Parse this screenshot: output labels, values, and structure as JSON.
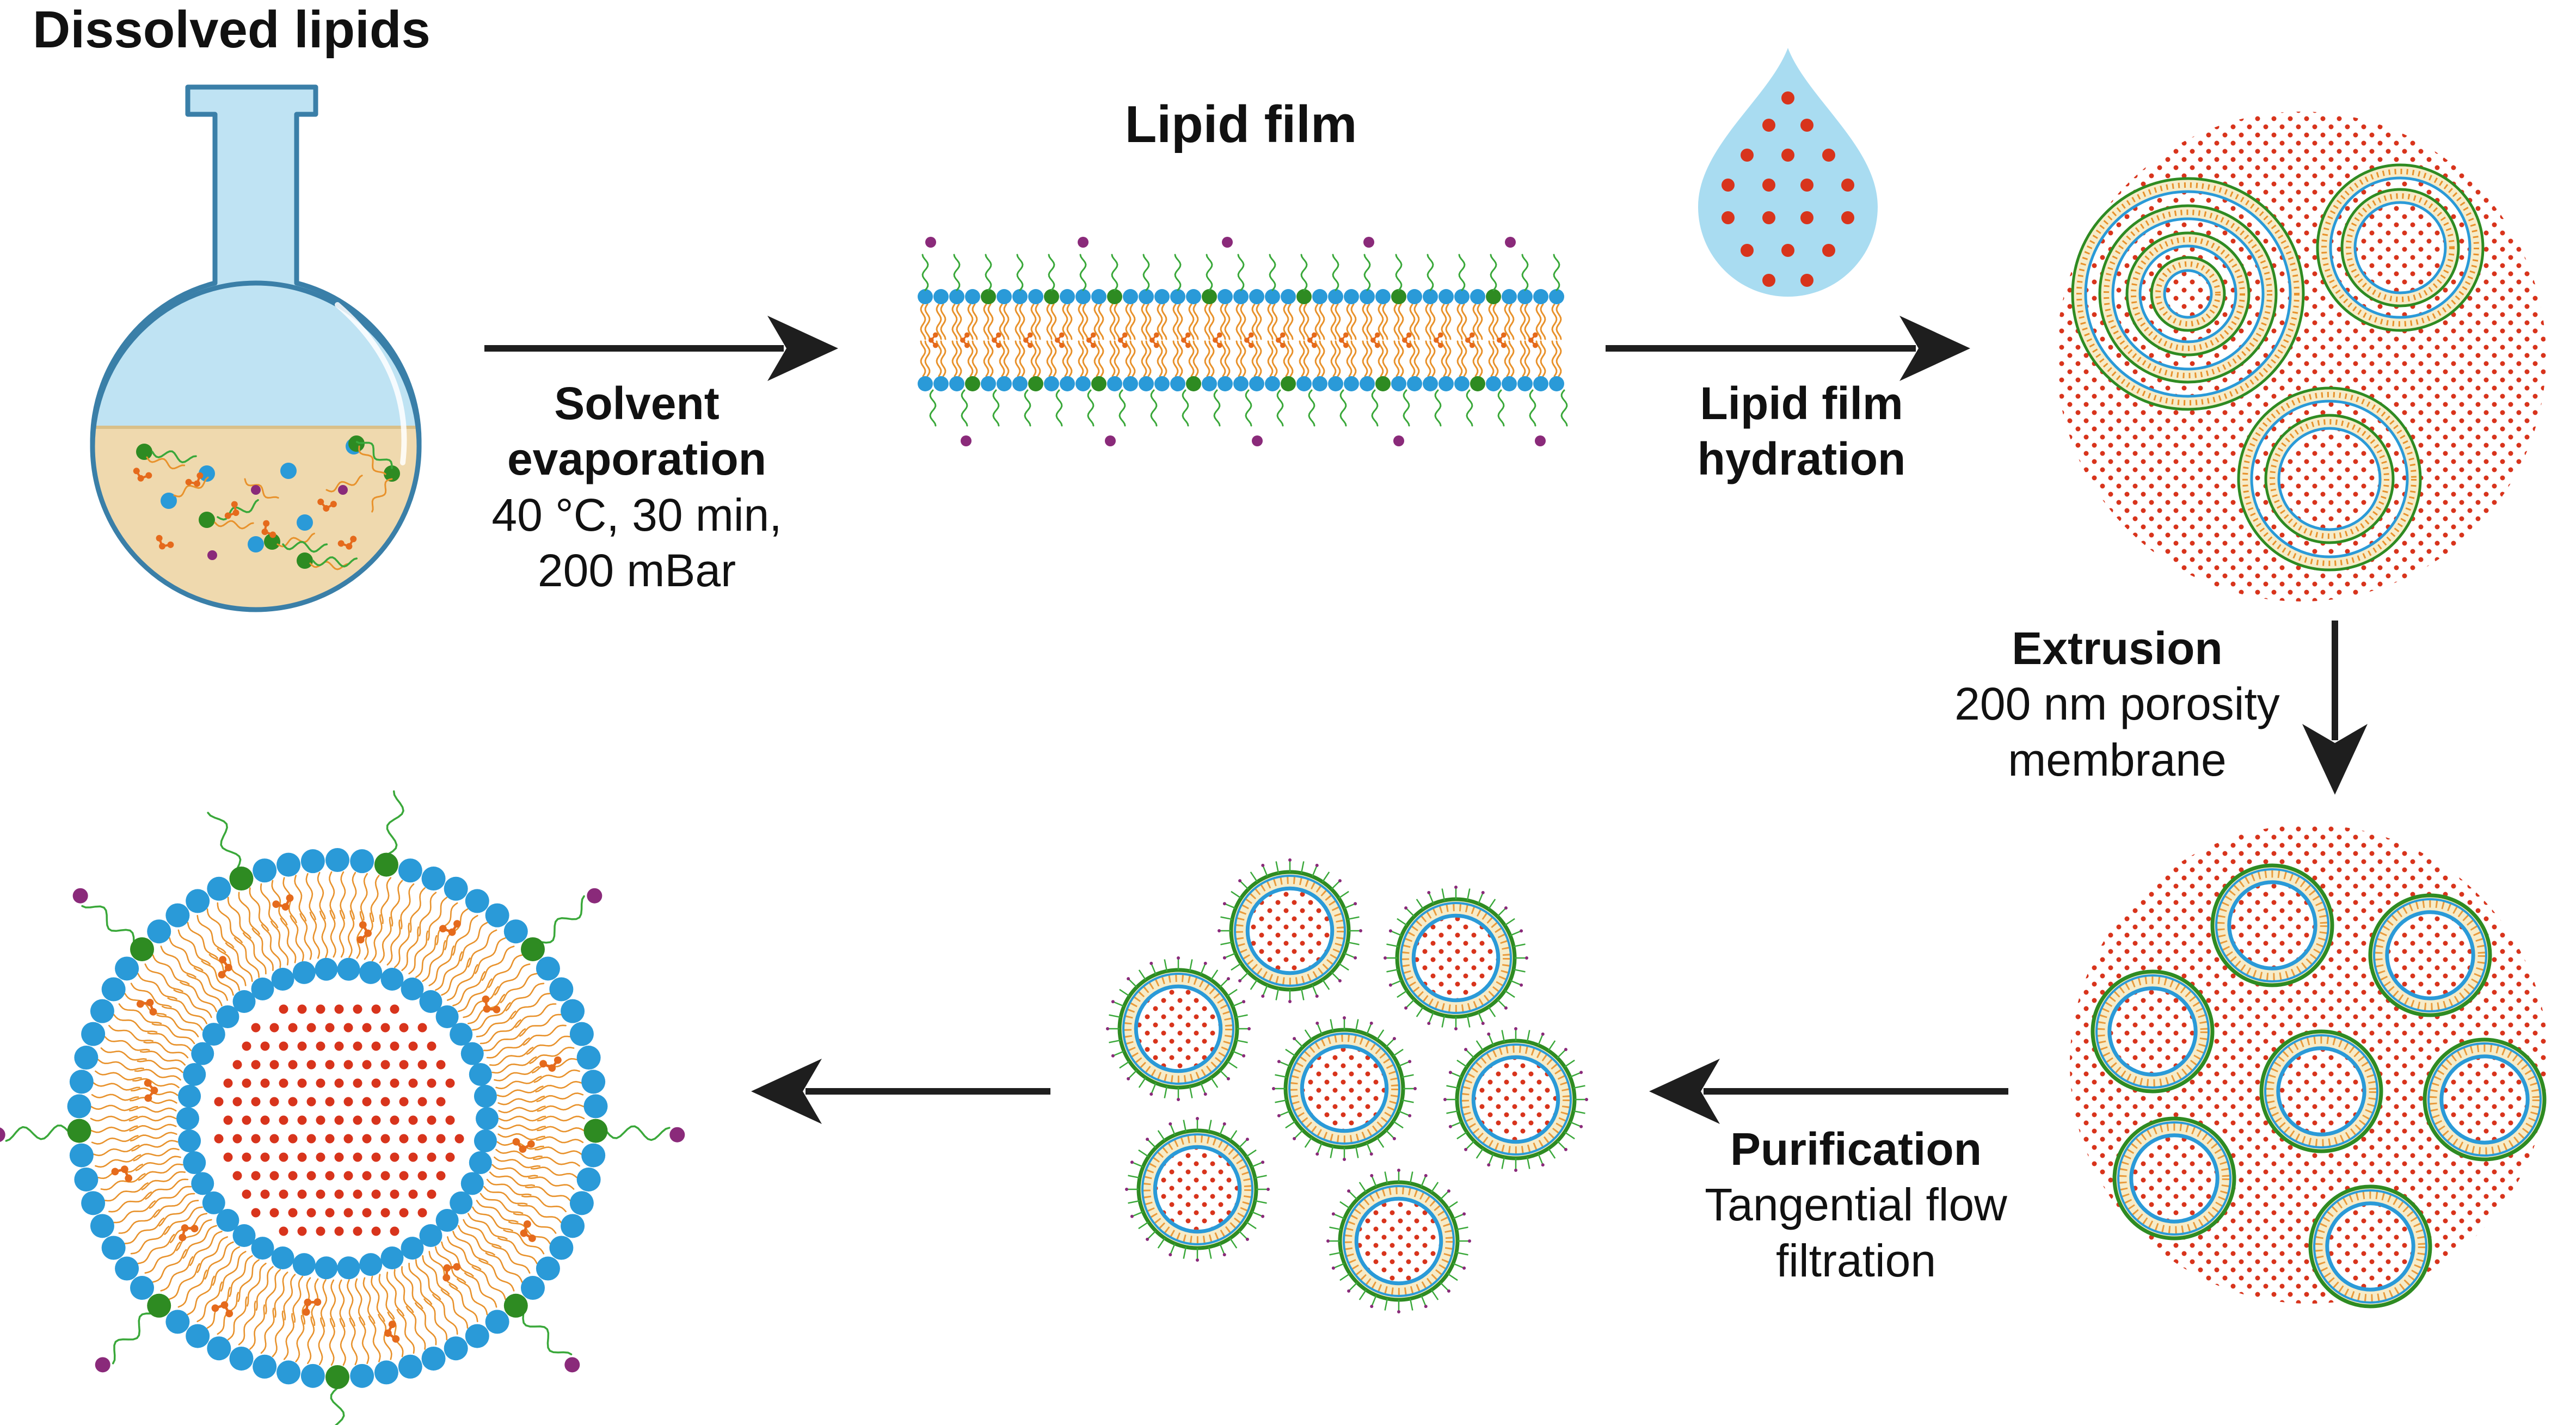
{
  "labels": {
    "dissolved": "Dissolved lipids",
    "film": "Lipid film",
    "evap_title_1": "Solvent",
    "evap_title_2": "evaporation",
    "evap_detail_1": "40 °C, 30 min,",
    "evap_detail_2": "200 mBar",
    "hyd_title_1": "Lipid film",
    "hyd_title_2": "hydration",
    "ext_title": "Extrusion",
    "ext_detail_1": "200 nm porosity",
    "ext_detail_2": "membrane",
    "pur_title": "Purification",
    "pur_detail_1": "Tangential flow",
    "pur_detail_2": "filtration"
  },
  "colors": {
    "headgroup": "#2a9ad8",
    "headgroup_green": "#2e8b22",
    "tail": "#e8922c",
    "drug": "#e56a1c",
    "peg": "#3aa83a",
    "peg_tip": "#8a2a7a",
    "cargo": "#d8341c",
    "solvent": "#efd9ae",
    "glass": "#bfe3f3",
    "glass_edge": "#3a7fa8",
    "droplet": "#a9dcf1",
    "arrow": "#1e1e1e"
  }
}
